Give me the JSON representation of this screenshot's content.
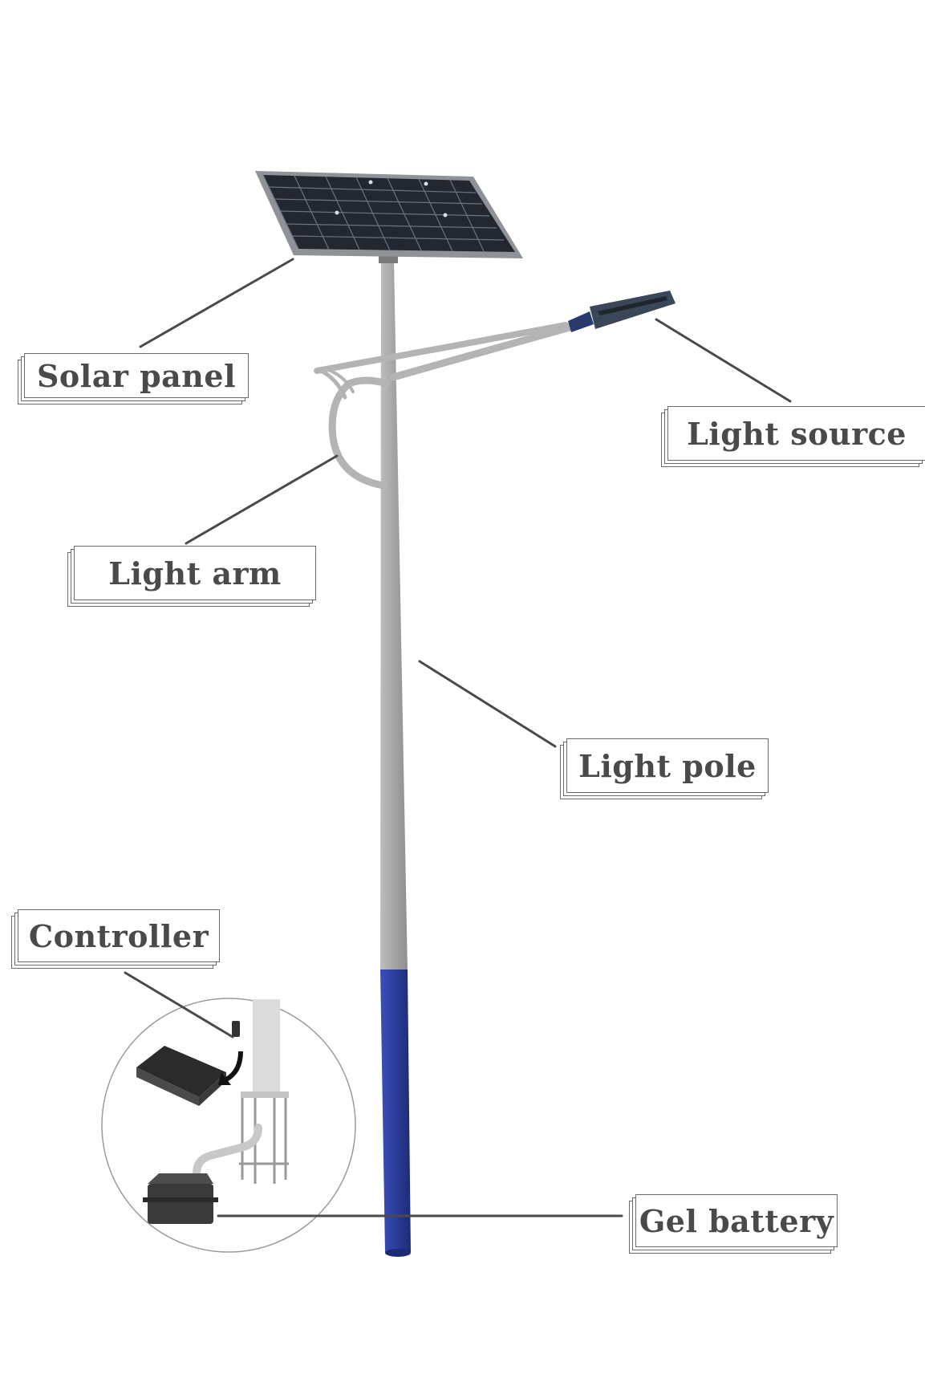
{
  "labels": {
    "solar_panel": "Solar panel",
    "light_source": "Light source",
    "light_arm": "Light arm",
    "light_pole": "Light pole",
    "controller": "Controller",
    "gel_battery": "Gel battery"
  },
  "colors": {
    "pole": "#a9a9a9",
    "pole_base": "#2c3d9c",
    "panel": "#2a2e38",
    "leader_line": "#4a4a4a",
    "label_text": "#4a4a4a"
  }
}
